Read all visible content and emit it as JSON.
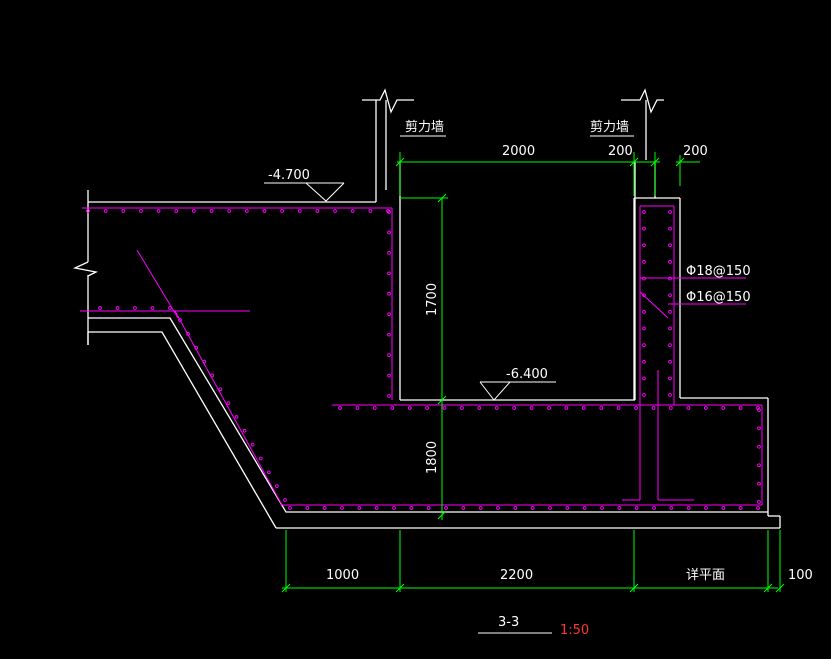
{
  "colors": {
    "background": "#000000",
    "outline": "#ffffff",
    "rebar": "#ff00ff",
    "dimension": "#00ff00",
    "scale": "#ff3333"
  },
  "labels": {
    "shear_wall_left": "剪力墙",
    "shear_wall_right": "剪力墙",
    "elev_top": "-4.700",
    "elev_pit": "-6.400",
    "rebar_1": "Φ18@150",
    "rebar_2": "Φ16@150",
    "dim_2000": "2000",
    "dim_200a": "200",
    "dim_200b": "200",
    "dim_1700": "1700",
    "dim_1800": "1800",
    "dim_1000": "1000",
    "dim_2200": "2200",
    "dim_plan": "详平面",
    "dim_100": "100",
    "section_title": "3-3",
    "scale": "1:50"
  }
}
